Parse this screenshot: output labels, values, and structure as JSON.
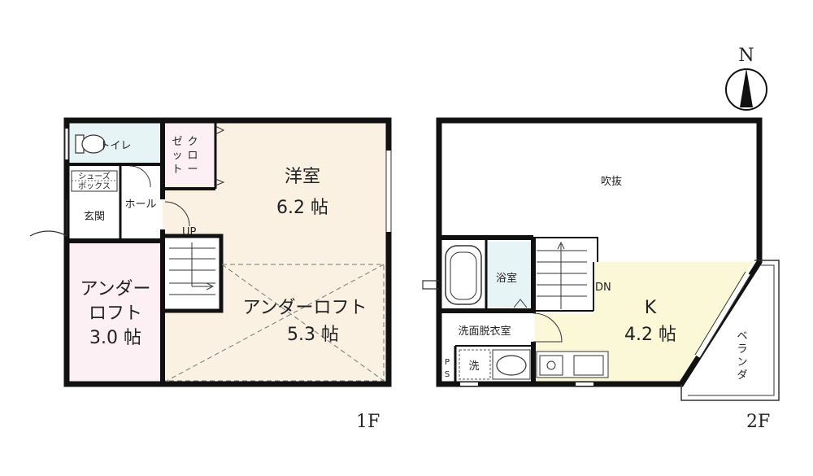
{
  "colors": {
    "wall": "#111111",
    "western": "#faf1e3",
    "underloft": "#fcf0f5",
    "toilet": "#e6f4f6",
    "closet": "#fcf0f5",
    "bath": "#e6f4f6",
    "kitchen": "#fbf8d8",
    "white": "#ffffff"
  },
  "compass": {
    "north": "N"
  },
  "floor1": {
    "label": "1F",
    "toilet": "トイレ",
    "closet": [
      "ク",
      "ロ",
      "ー",
      "ゼ",
      "ッ",
      "ト"
    ],
    "shoes": [
      "シューズ",
      "ボックス"
    ],
    "entrance": "玄関",
    "hall": "ホール",
    "western_room": {
      "name": "洋室",
      "size": "6.2 帖"
    },
    "up": "UP",
    "under_loft_left": {
      "line1": "アンダー",
      "line2": "ロフト",
      "size": "3.0 帖"
    },
    "under_loft_right": {
      "name": "アンダーロフト",
      "size": "5.3 帖"
    }
  },
  "floor2": {
    "label": "2F",
    "void": "吹抜",
    "bath": "浴室",
    "dn": "DN",
    "kitchen": {
      "name": "K",
      "size": "4.2 帖"
    },
    "washroom": "洗面脱衣室",
    "washer": "洗",
    "ps": [
      "P",
      "S"
    ],
    "balcony": [
      "ベ",
      "ラ",
      "ン",
      "ダ"
    ]
  }
}
